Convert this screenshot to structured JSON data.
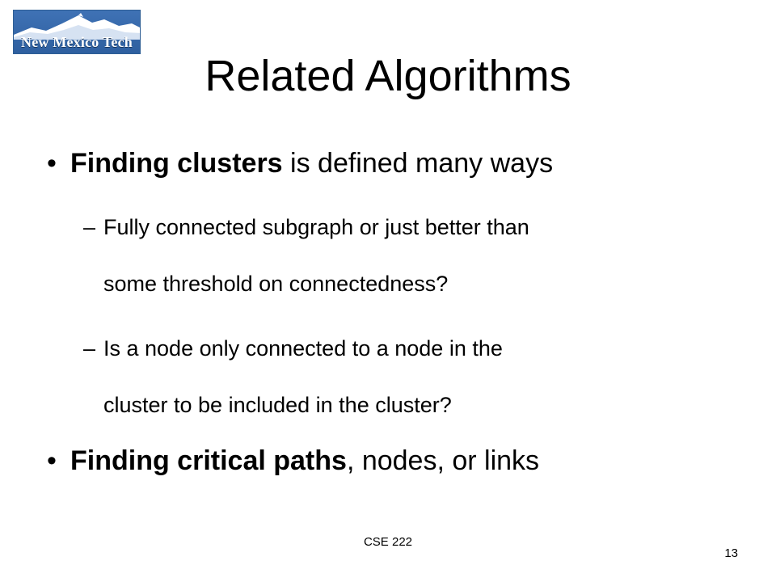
{
  "logo": {
    "text": "New Mexico Tech"
  },
  "slide": {
    "title": "Related Algorithms",
    "bullets": [
      {
        "bold": "Finding clusters",
        "rest": " is defined many ways",
        "subs": [
          {
            "line1": "Fully connected subgraph or just better than",
            "line2": "some threshold on connectedness?"
          },
          {
            "line1": "Is a node only connected to a node in the",
            "line2": "cluster to be included in the cluster?"
          }
        ]
      },
      {
        "bold": "Finding critical paths",
        "rest": ", nodes, or links"
      }
    ],
    "bullet_glyph": "•",
    "dash_glyph": "–"
  },
  "footer": {
    "course": "CSE 222",
    "page_number": "13"
  }
}
